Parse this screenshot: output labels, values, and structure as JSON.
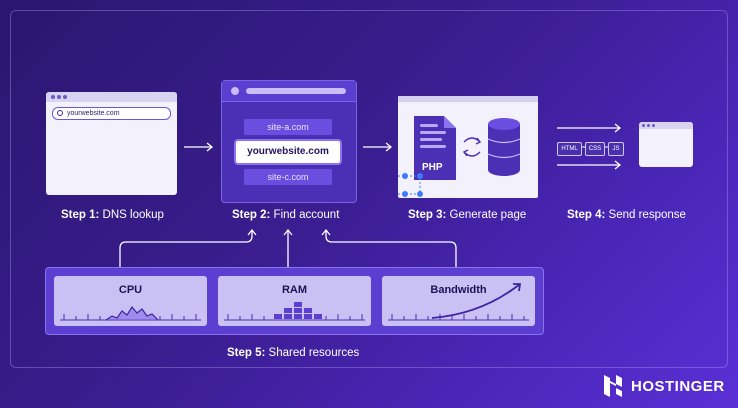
{
  "steps": [
    {
      "bold": "Step 1:",
      "text": " DNS lookup"
    },
    {
      "bold": "Step 2:",
      "text": " Find account"
    },
    {
      "bold": "Step 3:",
      "text": " Generate page"
    },
    {
      "bold": "Step 4:",
      "text": " Send response"
    },
    {
      "bold": "Step 5:",
      "text": " Shared resources"
    }
  ],
  "browser": {
    "url": "yourwebsite.com"
  },
  "server": {
    "sites": [
      "site-a.com",
      "yourwebsite.com",
      "site-c.com"
    ]
  },
  "generate": {
    "php_label": "PHP"
  },
  "response": {
    "tags": [
      "HTML",
      "CSS",
      "JS"
    ]
  },
  "resources": [
    "CPU",
    "RAM",
    "Bandwidth"
  ],
  "brand": {
    "name": "HOSTINGER"
  }
}
